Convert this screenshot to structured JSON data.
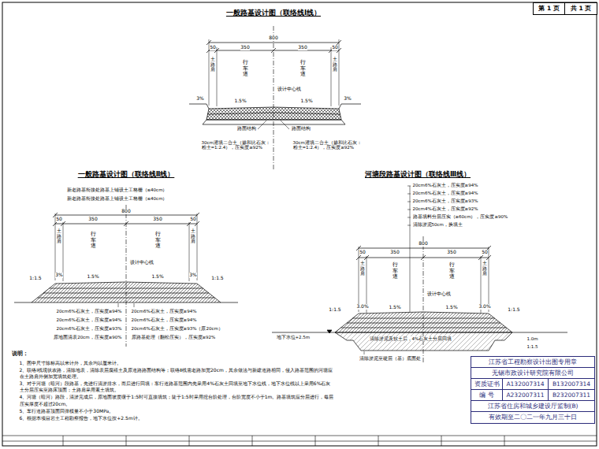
{
  "diagram": {
    "nodes": [
      {
        "text": [
          "第 1 页",
          "共 1 页"
        ]
      },
      {
        "text": [
          "江苏省工程勘察设计出图专用章",
          "无锡市政设计研究院有限公司",
          "资质证书",
          "A132007314",
          "B132007314",
          "编 号",
          "A232007311",
          "B232007311",
          "江苏省住房和城乡建设厅监制(B)",
          "有效期至二〇二一年九月三十日"
        ]
      }
    ],
    "edges": [],
    "labels": [
      "一般路基设计图（联络线Ⅰ线）",
      "800",
      "50",
      "350",
      "350",
      "50",
      "土路肩",
      "行车道",
      "行车道",
      "土路肩",
      "设计中心线",
      "3%",
      "1.5%",
      "1.5%",
      "3%",
      "路面结构",
      "路面结构",
      "30cm灌填二合土（掺和比石灰：粉土=1:2.4），压实度≥92%",
      "30cm灌填二合土（掺和比石灰：粉土=1:2.4），压实度≥92%",
      "一般路基设计图（联络线Ⅱ线）",
      "新老路基衔接处路基上铺设土工格栅（≤40cm）",
      "新老路基衔接处路基上铺设土工格栅（≤40cm）",
      "800",
      "50",
      "350",
      "350",
      "50",
      "土路肩",
      "行车道",
      "行车道",
      "土路肩",
      "设计中心线",
      "1:1.5",
      "3%",
      "1.5%",
      "1.5%",
      "3%",
      "1:1.5",
      "20cm6%石灰土，压实度≥94%",
      "20cm6%石灰土，压实度≥94%",
      "20cm6%石灰土，压实度≥93%",
      "原地面清表20cm，压实度≥90%",
      "20cm6%石灰土，压实度≥94%",
      "20cm6%石灰土，压实度≥94%",
      "20cm6%石灰土，压实度≥93%（原20cm）",
      "原路基处理（翻松压实），压实度≥92%",
      "河塘段路基设计图（联络线Ⅲ线）",
      "20cm6%石灰土，压实度≥94%",
      "20cm6%石灰土，压实度≥94%",
      "20cm6%石灰土，压实度≥93%",
      "20cm4%石灰土，压实度≥92%",
      "路基填料分层压实（≥60cm），压实度≥90%",
      "清除淤泥50cm，换填土",
      "800",
      "50",
      "350",
      "350",
      "50",
      "土路肩",
      "行车道",
      "行车道",
      "土路肩",
      "设计中心线",
      "1:1.5",
      "3.0%",
      "1.5%",
      "1.5%",
      "3.0%",
      "1:1.5",
      "地下水位+2.5m",
      "清除淤泥及软土后，4%石灰土分层回填",
      "1.0m",
      "1:1.5",
      "清除淤泥至硬层（基）底面处",
      "说明：",
      "1、图中尺寸除标高以米计外，其余均以厘米计。",
      "2、联络Ⅰ线现状农路，清除地表，清除表层腐殖土及原道路路面结构等；联络Ⅱ线需老路加宽20cm，其余做法与新建道路相同，侵入路基范围的河塘应在土路肩外侧加宽填筑处理。",
      "3、对于河塘（暗河）段路基，先进行清淤排水，而后进行回填：车行道路基范围内先采用4%石灰土回填至地下水位线，地下水位线以上采用6%石灰土分层压实至路床顶面；土路肩采用素土填筑。",
      "4、河塘（暗河）路段，清淤完成后，原地面坡度缓于1:5时可直接填筑；陡于1:5时采用挖台阶处理，台阶宽度不小于1m。路基填筑应分层进行，每层压实厚度不超过20cm。",
      "5、车行道路基顶面回弹模量不小于30MPa。",
      "6、根据本项目岩土工程勘察报告，地下水位按+2.5m计。"
    ]
  }
}
